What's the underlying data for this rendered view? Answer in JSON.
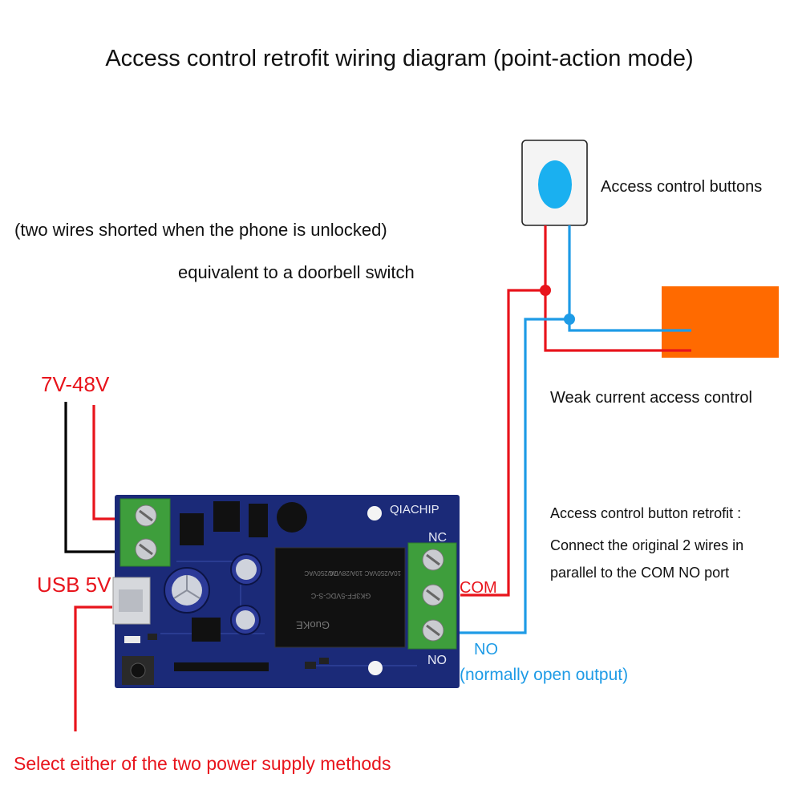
{
  "title": "Access control retrofit wiring diagram (point-action mode)",
  "labels": {
    "two_wires": "(two wires shorted when the phone is unlocked)",
    "doorbell": "equivalent to a doorbell switch",
    "buttons": "Access control buttons",
    "weak_current": "Weak current access control",
    "voltage": "7V-48V",
    "usb": "USB 5V",
    "retrofit_line1": "Access control button retrofit :",
    "retrofit_line2": "Connect the original 2 wires in",
    "retrofit_line3": "parallel to the COM NO port",
    "com": "COM",
    "no": "NO",
    "no_desc": "(normally open output)",
    "select_power": "Select either of the two power supply methods"
  },
  "board": {
    "brand": "QIACHIP",
    "nc": "NC",
    "no": "NO",
    "relay_text_1": "GK3FF-5VDC-S-C",
    "relay_text_2": "GuoKE",
    "relay_text_3": "10A/250VAC 10A/28VDC",
    "relay_text_4": "7A/250VAC"
  },
  "colors": {
    "red_wire": "#e8141c",
    "blue_wire": "#1e9be6",
    "black_wire": "#000000",
    "board": "#1b2a78",
    "terminal": "#3e9e3c",
    "controller": "#ff6a00",
    "button_dot": "#1ab0f0"
  }
}
